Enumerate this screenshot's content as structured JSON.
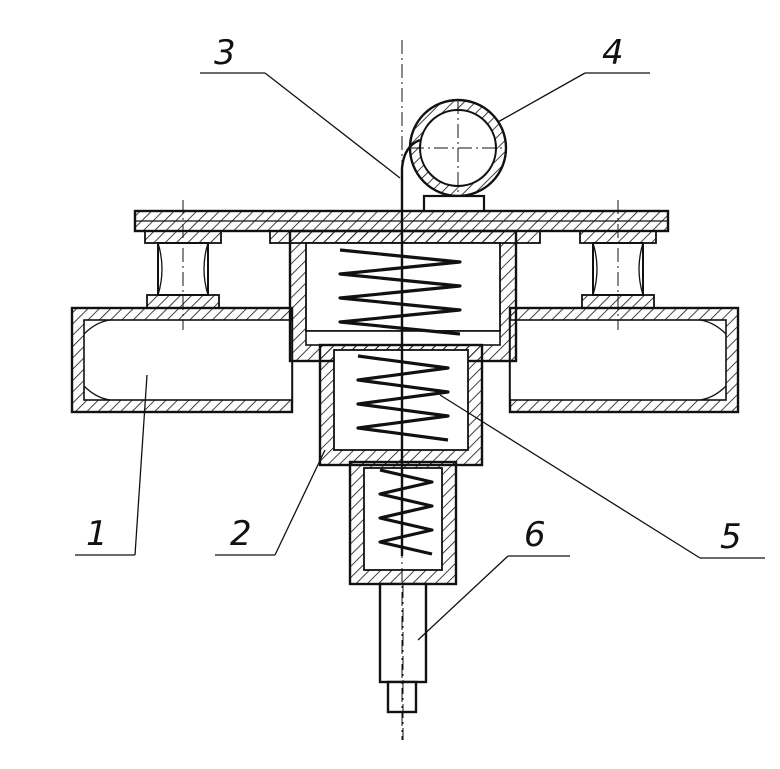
{
  "labels": {
    "part1": "1",
    "part2": "2",
    "part3": "3",
    "part4": "4",
    "part5": "5",
    "part6": "6"
  },
  "colors": {
    "ink": "#111111",
    "background": "#ffffff"
  }
}
